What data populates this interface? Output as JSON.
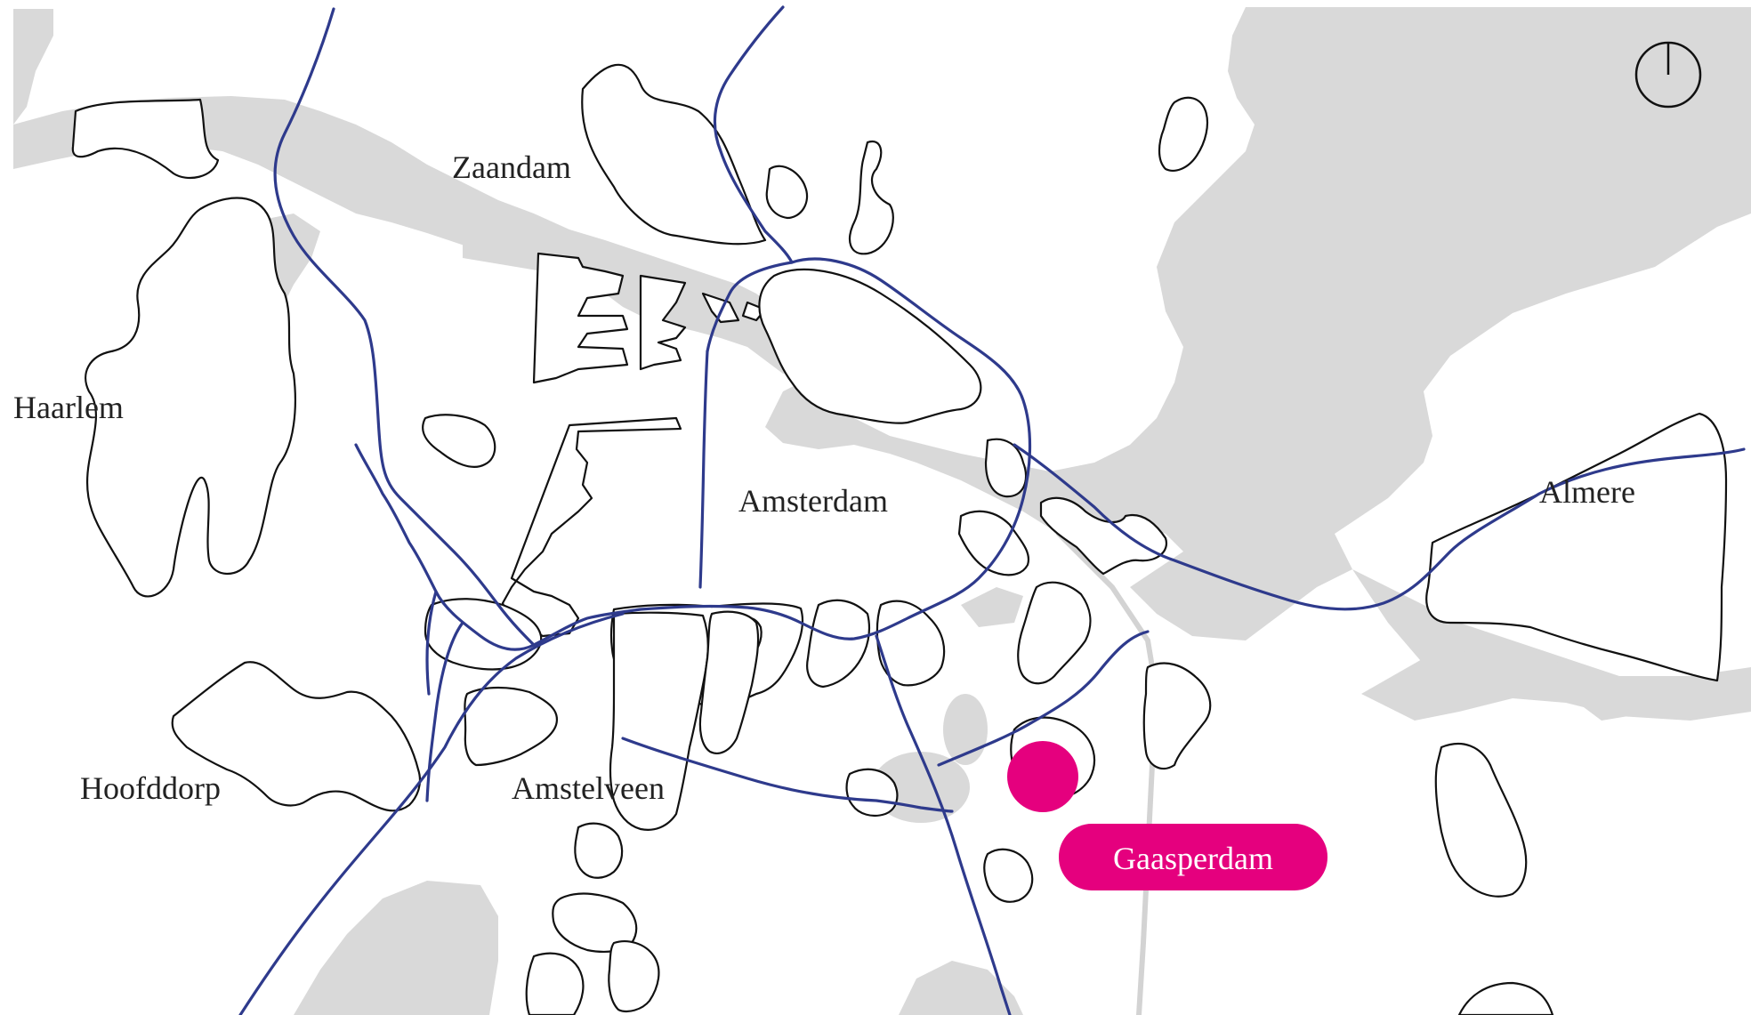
{
  "map": {
    "labels": {
      "zaandam": "Zaandam",
      "haarlem": "Haarlem",
      "amsterdam": "Amsterdam",
      "almere": "Almere",
      "hoofddorp": "Hoofddorp",
      "amstelveen": "Amstelveen"
    },
    "marker": {
      "label": "Gaasperdam",
      "color": "#e5007e"
    },
    "colors": {
      "water": "#d9d9d9",
      "roads": "#2e3a8c",
      "district_outline": "#111111"
    },
    "icons": {
      "compass": "north-compass-icon"
    }
  }
}
